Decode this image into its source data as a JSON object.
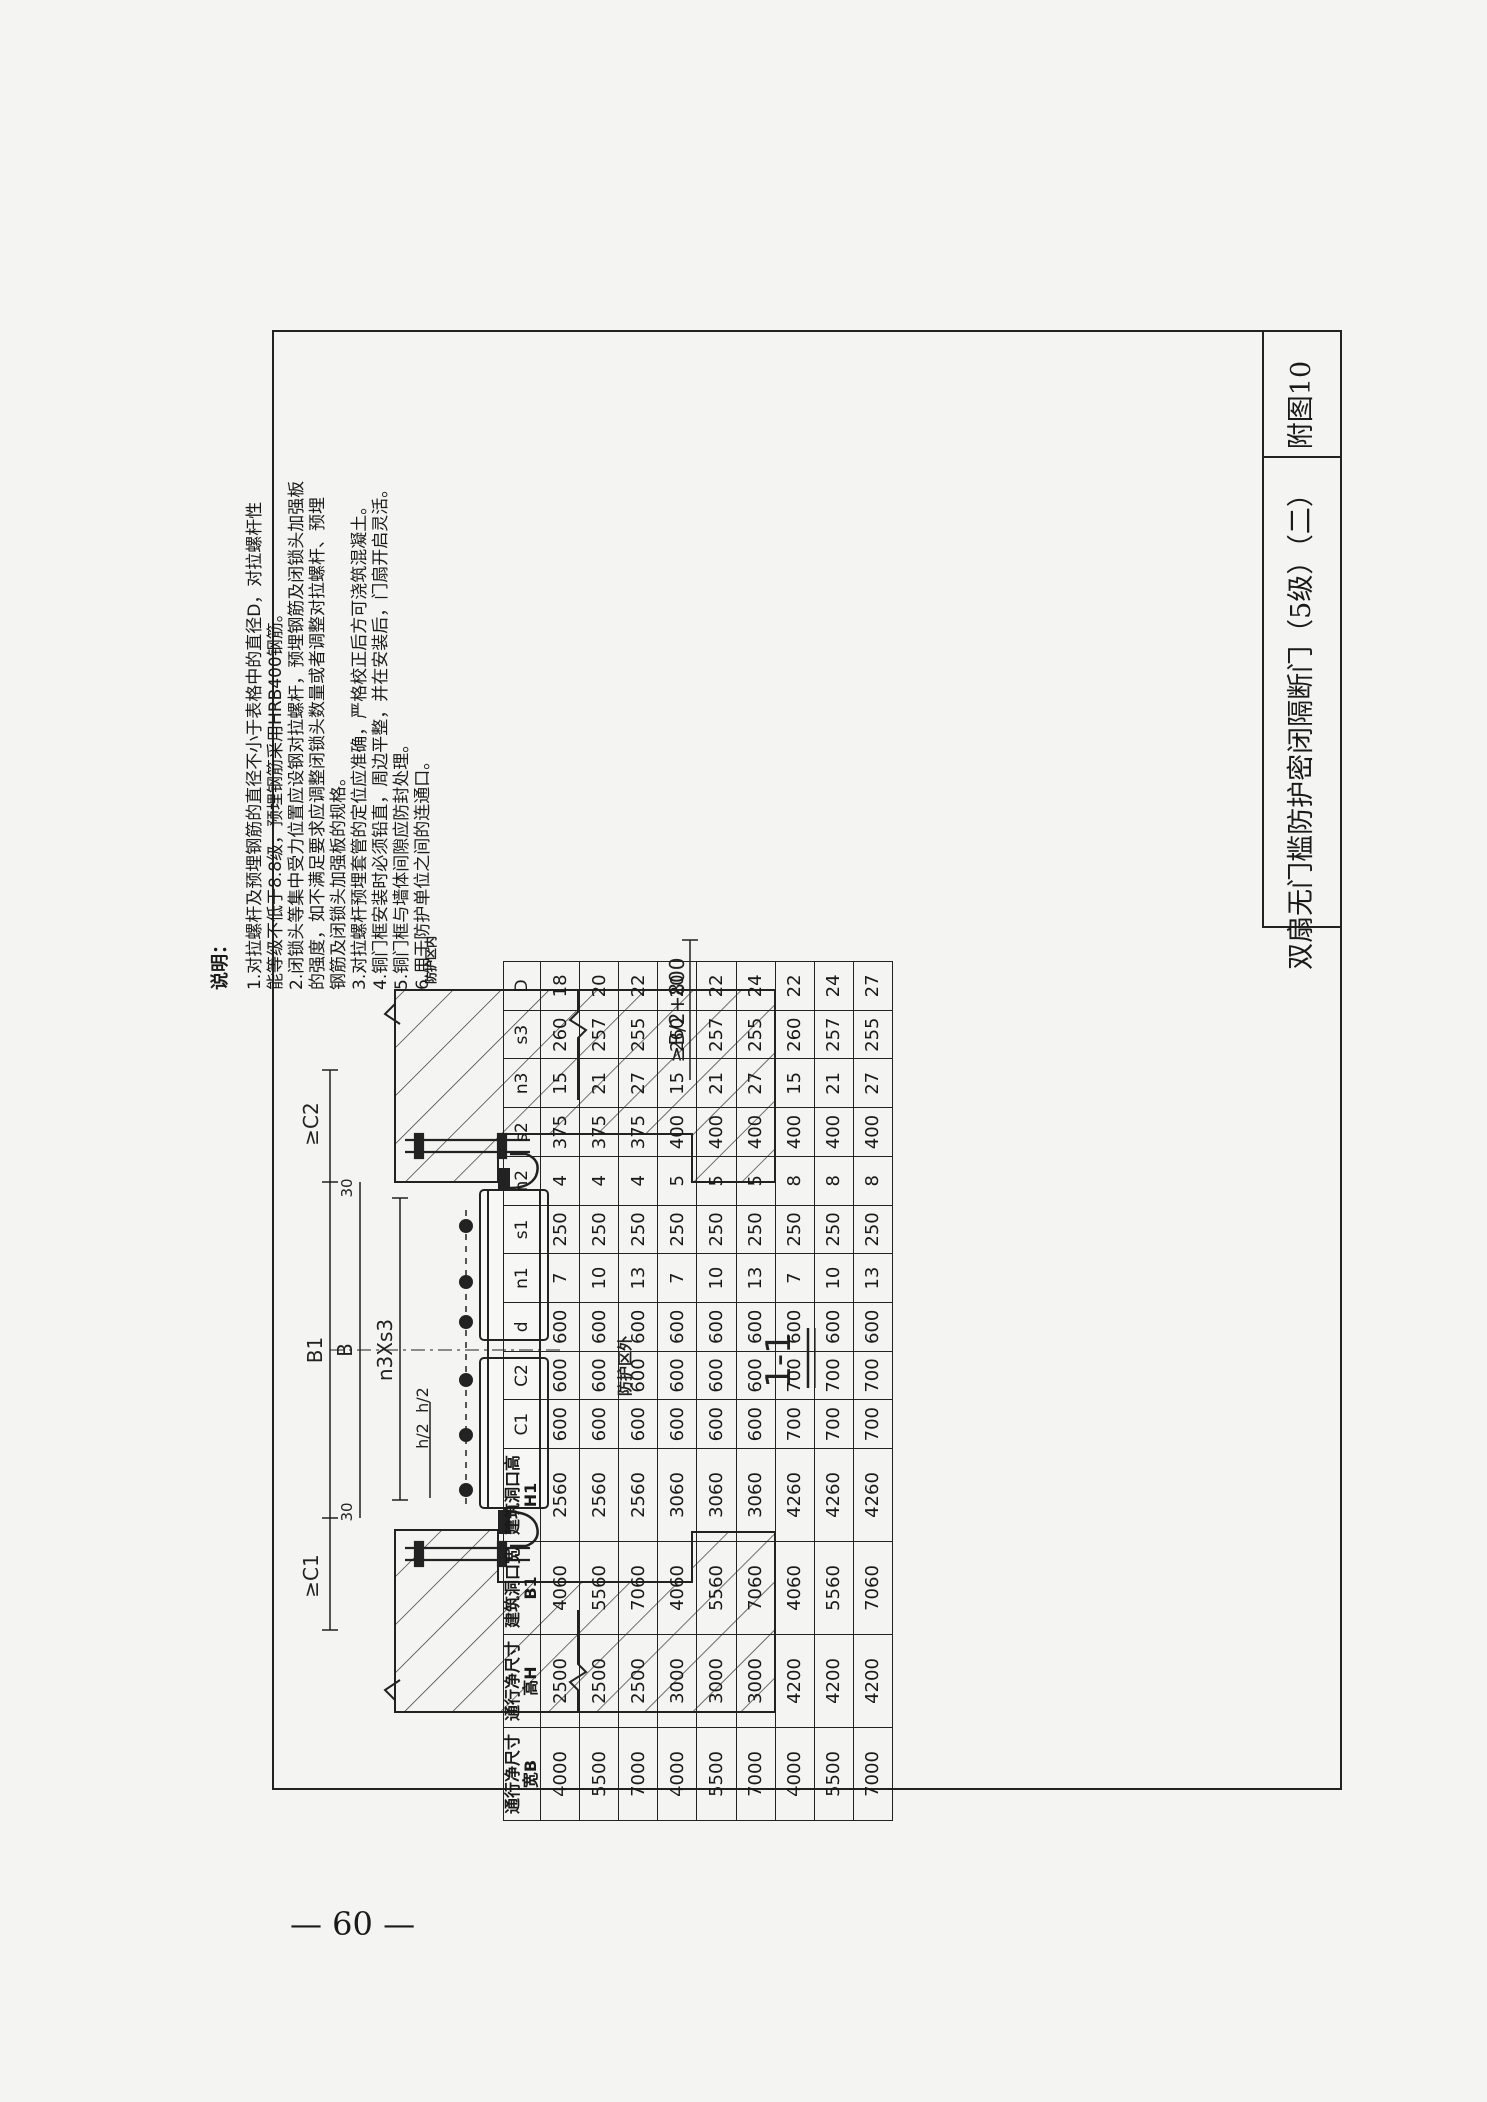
{
  "title_block": {
    "title": "双扇无门槛防护密闭隔断门（5级）（二）",
    "code": "附图10"
  },
  "notes": {
    "heading": "说明：",
    "items": [
      "1.对拉螺杆及预埋钢筋的直径不小于表格中的直径D，对拉螺杆性",
      "能等级不低于8.8级，预埋钢筋采用HRB400钢筋。",
      "2.闭锁头等集中受力位置应设钢对拉螺杆，预埋钢筋及闭锁头加强板",
      "的强度，如不满足要求应调整闭锁头数量或者调整对拉螺杆、预埋",
      "钢筋及闭锁头加强板的规格。",
      "3.对拉螺杆预埋套管的定位应准确，严格校正后方可浇筑混凝土。",
      "4.铜门框安装时必须铅直，周边平整，并在安装后，门扇开启灵活。",
      "5.铜门框与墙体间隙应防封处理。",
      "6.用于防护单位之间的连通口。"
    ]
  },
  "drawing": {
    "section_label": "1-1",
    "dim_c1": "≥C1",
    "dim_c2": "≥C2",
    "dim_b1": "B1",
    "dim_b": "B",
    "dim_n3s3": "n3Xs3",
    "dim_30_left": "30",
    "dim_30_right": "30",
    "dim_h2_left": "h/2",
    "dim_h2_right": "h/2",
    "dim_b2": "≥B/2+800",
    "zone_label": "防护区外",
    "zone_label_2": "防护区内"
  },
  "table": {
    "headers": [
      "通行净尺寸宽B",
      "通行净尺寸高H",
      "建筑洞口宽B1",
      "建筑洞口高H1",
      "C1",
      "C2",
      "d",
      "n1",
      "s1",
      "n2",
      "s2",
      "n3",
      "s3",
      "D"
    ],
    "rows": [
      [
        "4000",
        "2500",
        "4060",
        "2560",
        "600",
        "600",
        "600",
        "7",
        "250",
        "4",
        "375",
        "15",
        "260",
        "18"
      ],
      [
        "5500",
        "2500",
        "5560",
        "2560",
        "600",
        "600",
        "600",
        "10",
        "250",
        "4",
        "375",
        "21",
        "257",
        "20"
      ],
      [
        "7000",
        "2500",
        "7060",
        "2560",
        "600",
        "600",
        "600",
        "13",
        "250",
        "4",
        "375",
        "27",
        "255",
        "22"
      ],
      [
        "4000",
        "3000",
        "4060",
        "3060",
        "600",
        "600",
        "600",
        "7",
        "250",
        "5",
        "400",
        "15",
        "260",
        "20"
      ],
      [
        "5500",
        "3000",
        "5560",
        "3060",
        "600",
        "600",
        "600",
        "10",
        "250",
        "5",
        "400",
        "21",
        "257",
        "22"
      ],
      [
        "7000",
        "3000",
        "7060",
        "3060",
        "600",
        "600",
        "600",
        "13",
        "250",
        "5",
        "400",
        "27",
        "255",
        "24"
      ],
      [
        "4000",
        "4200",
        "4060",
        "4260",
        "700",
        "700",
        "600",
        "7",
        "250",
        "8",
        "400",
        "15",
        "260",
        "22"
      ],
      [
        "5500",
        "4200",
        "5560",
        "4260",
        "700",
        "700",
        "600",
        "10",
        "250",
        "8",
        "400",
        "21",
        "257",
        "24"
      ],
      [
        "7000",
        "4200",
        "7060",
        "4260",
        "700",
        "700",
        "600",
        "13",
        "250",
        "8",
        "400",
        "27",
        "255",
        "27"
      ]
    ]
  },
  "page_number": "— 60 —"
}
